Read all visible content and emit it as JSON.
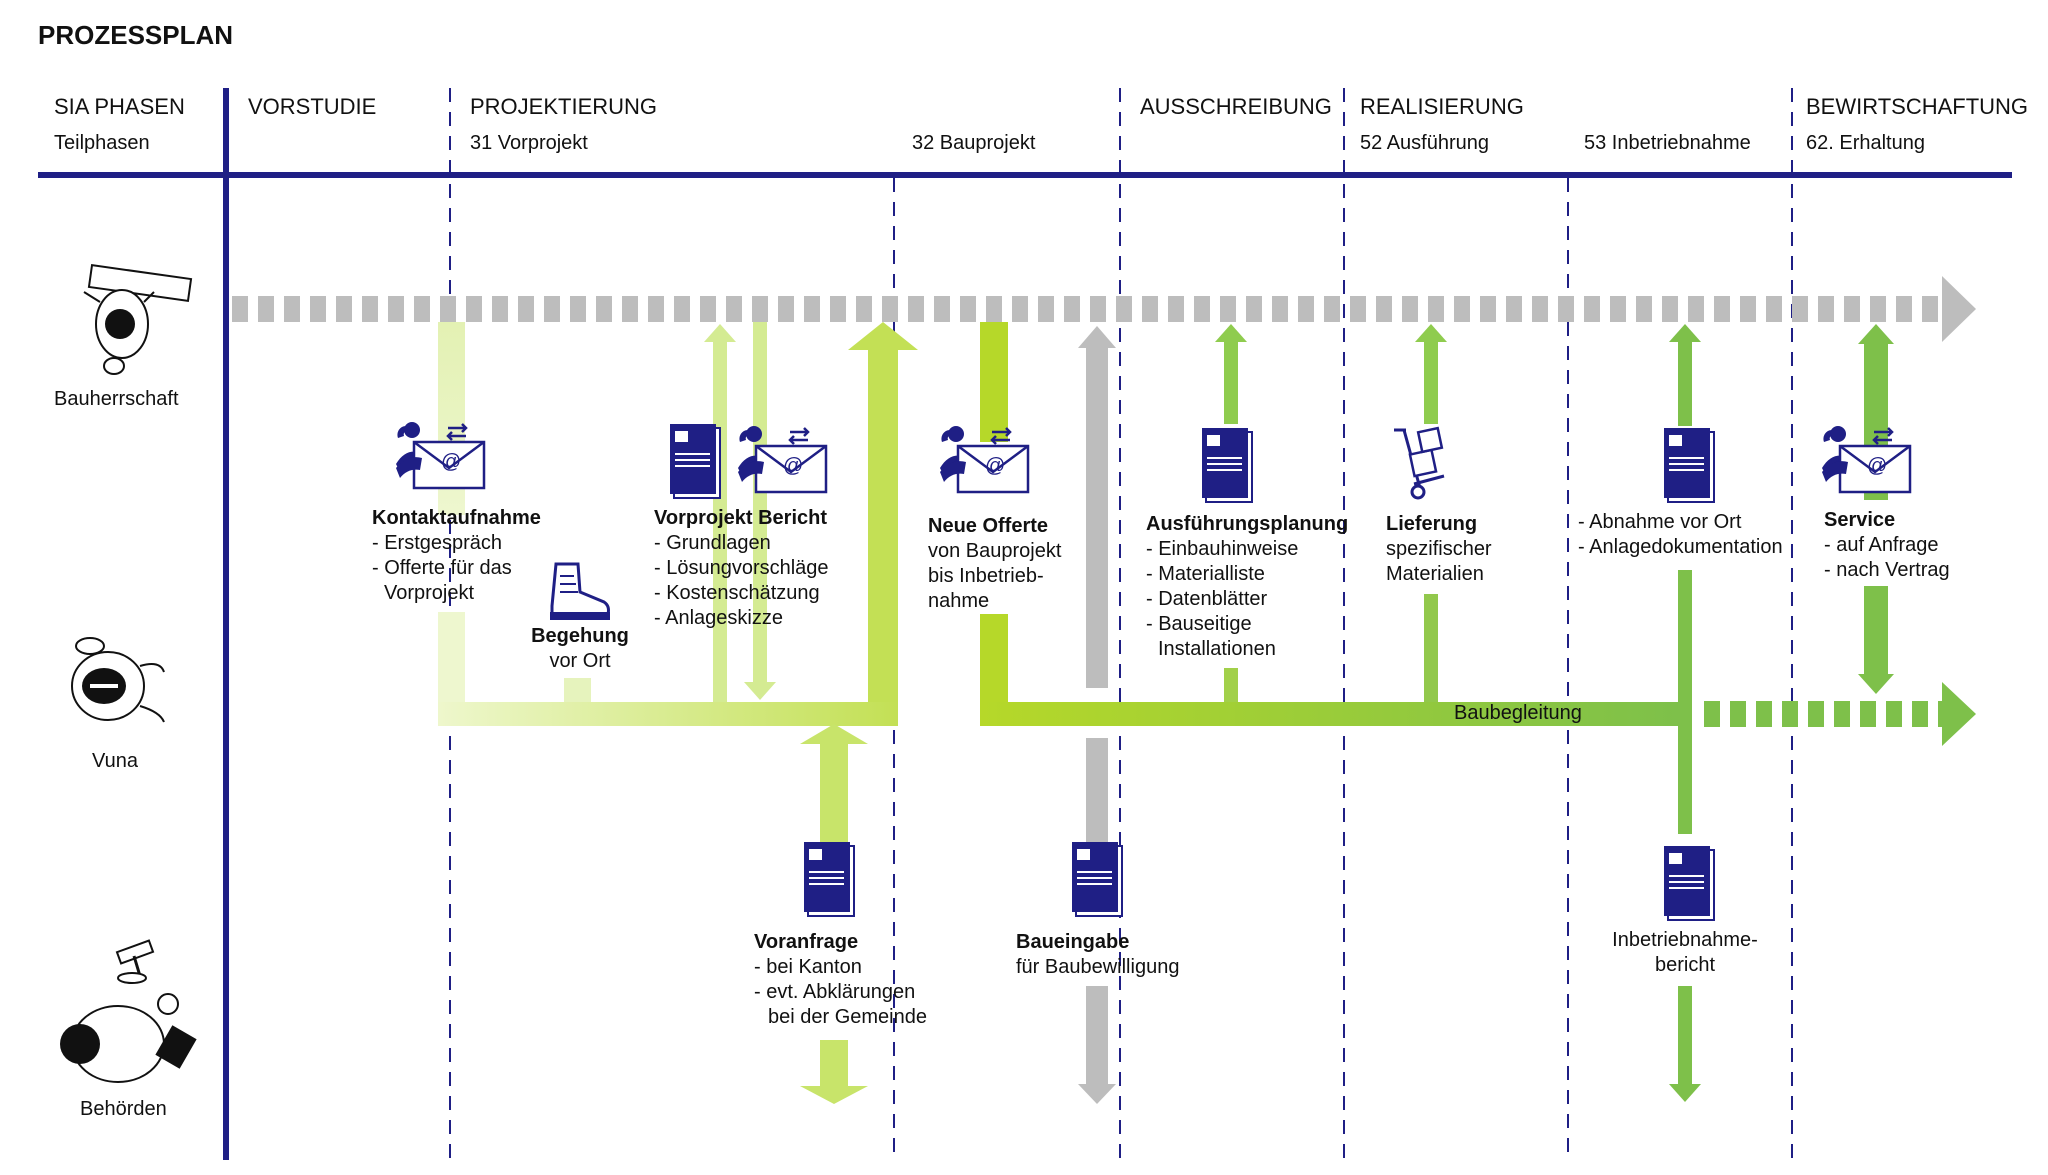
{
  "title": "PROZESSPLAN",
  "header": {
    "sia_phasen": "SIA PHASEN",
    "teilphasen": "Teilphasen",
    "phases": [
      "VORSTUDIE",
      "PROJEKTIERUNG",
      "AUSSCHREIBUNG",
      "REALISIERUNG",
      "BEWIRTSCHAFTUNG"
    ],
    "subphases": [
      "31 Vorprojekt",
      "32 Bauprojekt",
      "52 Ausführung",
      "53 Inbetriebnahme",
      "62. Erhaltung"
    ]
  },
  "actors": [
    "Bauherrschaft",
    "Vuna",
    "Behörden"
  ],
  "steps": {
    "kontakt": {
      "title": "Kontaktaufnahme",
      "lines": [
        "- Erstgespräch",
        "- Offerte für das",
        "Vorprojekt"
      ]
    },
    "begehung": {
      "title": "Begehung",
      "lines": [
        "vor Ort"
      ]
    },
    "vorprojekt": {
      "title": "Vorprojekt Bericht",
      "lines": [
        "- Grundlagen",
        "- Lösungvorschläge",
        "- Kostenschätzung",
        "- Anlageskizze"
      ]
    },
    "voranfrage": {
      "title": "Voranfrage",
      "lines": [
        "- bei Kanton",
        "- evt. Abklärungen",
        "bei der Gemeinde"
      ]
    },
    "offerte": {
      "title": "Neue Offerte",
      "lines": [
        "von Bauprojekt",
        "bis Inbetrieb-",
        "nahme"
      ]
    },
    "baueingabe": {
      "title": "Baueingabe",
      "lines": [
        "für Baubewilligung"
      ]
    },
    "ausfuehrung": {
      "title": "Ausführungsplanung",
      "lines": [
        "- Einbauhinweise",
        "- Materialliste",
        "- Datenblätter",
        "- Bauseitige",
        "Installationen"
      ]
    },
    "lieferung": {
      "title": "Lieferung",
      "lines": [
        "spezifischer",
        "Materialien"
      ]
    },
    "abnahme": {
      "lines": [
        "- Abnahme vor Ort",
        "- Anlagedokumentation"
      ]
    },
    "inbetriebnahme": {
      "lines": [
        "Inbetriebnahme-",
        "bericht"
      ]
    },
    "service": {
      "title": "Service",
      "lines": [
        "- auf Anfrage",
        "- nach Vertrag"
      ]
    }
  },
  "baubegleitung": "Baubegleitung",
  "colors": {
    "navy": "#1f1f85",
    "grey": "#b8b8b8",
    "light_green": "#d8ec9c",
    "lime": "#b5d83a",
    "green": "#7ec04a"
  },
  "icons": [
    "worker-topview-icon",
    "hardhat-topview-icon",
    "authority-topview-icon",
    "contact-mail-icon",
    "document-icon",
    "boot-icon",
    "hand-truck-icon"
  ]
}
